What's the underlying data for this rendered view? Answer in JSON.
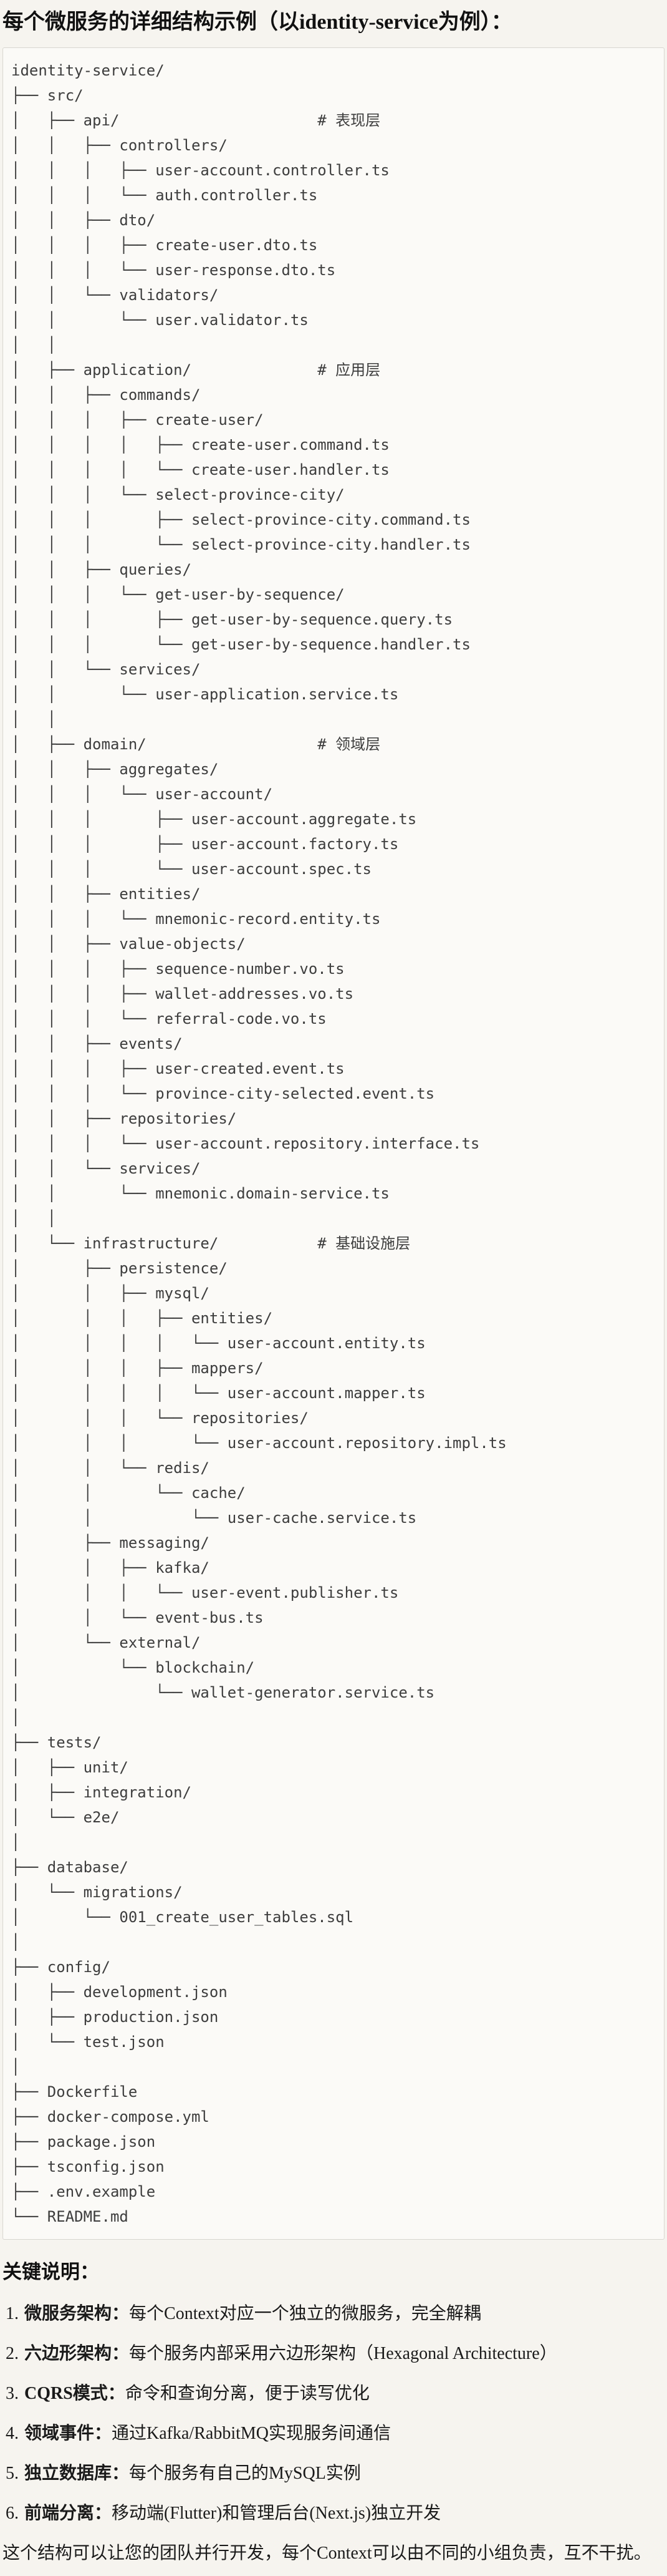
{
  "page": {
    "title": "每个微服务的详细结构示例（以identity-service为例）："
  },
  "colors": {
    "page_bg": "#f6f4ef",
    "block_bg": "#fbfaf7",
    "block_border": "#d8d6d0",
    "code_text": "#3d3d3d",
    "body_text": "#1a1a1a"
  },
  "code_block": {
    "lines": [
      "identity-service/",
      "├── src/",
      "│   ├── api/                      # 表现层",
      "│   │   ├── controllers/",
      "│   │   │   ├── user-account.controller.ts",
      "│   │   │   └── auth.controller.ts",
      "│   │   ├── dto/",
      "│   │   │   ├── create-user.dto.ts",
      "│   │   │   └── user-response.dto.ts",
      "│   │   └── validators/",
      "│   │       └── user.validator.ts",
      "│   │",
      "│   ├── application/              # 应用层",
      "│   │   ├── commands/",
      "│   │   │   ├── create-user/",
      "│   │   │   │   ├── create-user.command.ts",
      "│   │   │   │   └── create-user.handler.ts",
      "│   │   │   └── select-province-city/",
      "│   │   │       ├── select-province-city.command.ts",
      "│   │   │       └── select-province-city.handler.ts",
      "│   │   ├── queries/",
      "│   │   │   └── get-user-by-sequence/",
      "│   │   │       ├── get-user-by-sequence.query.ts",
      "│   │   │       └── get-user-by-sequence.handler.ts",
      "│   │   └── services/",
      "│   │       └── user-application.service.ts",
      "│   │",
      "│   ├── domain/                   # 领域层",
      "│   │   ├── aggregates/",
      "│   │   │   └── user-account/",
      "│   │   │       ├── user-account.aggregate.ts",
      "│   │   │       ├── user-account.factory.ts",
      "│   │   │       └── user-account.spec.ts",
      "│   │   ├── entities/",
      "│   │   │   └── mnemonic-record.entity.ts",
      "│   │   ├── value-objects/",
      "│   │   │   ├── sequence-number.vo.ts",
      "│   │   │   ├── wallet-addresses.vo.ts",
      "│   │   │   └── referral-code.vo.ts",
      "│   │   ├── events/",
      "│   │   │   ├── user-created.event.ts",
      "│   │   │   └── province-city-selected.event.ts",
      "│   │   ├── repositories/",
      "│   │   │   └── user-account.repository.interface.ts",
      "│   │   └── services/",
      "│   │       └── mnemonic.domain-service.ts",
      "│   │",
      "│   └── infrastructure/           # 基础设施层",
      "│       ├── persistence/",
      "│       │   ├── mysql/",
      "│       │   │   ├── entities/",
      "│       │   │   │   └── user-account.entity.ts",
      "│       │   │   ├── mappers/",
      "│       │   │   │   └── user-account.mapper.ts",
      "│       │   │   └── repositories/",
      "│       │   │       └── user-account.repository.impl.ts",
      "│       │   └── redis/",
      "│       │       └── cache/",
      "│       │           └── user-cache.service.ts",
      "│       ├── messaging/",
      "│       │   ├── kafka/",
      "│       │   │   └── user-event.publisher.ts",
      "│       │   └── event-bus.ts",
      "│       └── external/",
      "│           └── blockchain/",
      "│               └── wallet-generator.service.ts",
      "│",
      "├── tests/",
      "│   ├── unit/",
      "│   ├── integration/",
      "│   └── e2e/",
      "│",
      "├── database/",
      "│   └── migrations/",
      "│       └── 001_create_user_tables.sql",
      "│",
      "├── config/",
      "│   ├── development.json",
      "│   ├── production.json",
      "│   └── test.json",
      "│",
      "├── Dockerfile",
      "├── docker-compose.yml",
      "├── package.json",
      "├── tsconfig.json",
      "├── .env.example",
      "└── README.md"
    ]
  },
  "notes": {
    "heading": "关键说明：",
    "colon": "：",
    "items": [
      {
        "num": "1.",
        "label": "微服务架构",
        "text": "每个Context对应一个独立的微服务，完全解耦"
      },
      {
        "num": "2.",
        "label": "六边形架构",
        "text": "每个服务内部采用六边形架构（Hexagonal Architecture）"
      },
      {
        "num": "3.",
        "label": "CQRS模式",
        "text": "命令和查询分离，便于读写优化"
      },
      {
        "num": "4.",
        "label": "领域事件",
        "text": "通过Kafka/RabbitMQ实现服务间通信"
      },
      {
        "num": "5.",
        "label": "独立数据库",
        "text": "每个服务有自己的MySQL实例"
      },
      {
        "num": "6.",
        "label": "前端分离",
        "text": "移动端(Flutter)和管理后台(Next.js)独立开发"
      }
    ],
    "closing": "这个结构可以让您的团队并行开发，每个Context可以由不同的小组负责，互不干扰。"
  }
}
